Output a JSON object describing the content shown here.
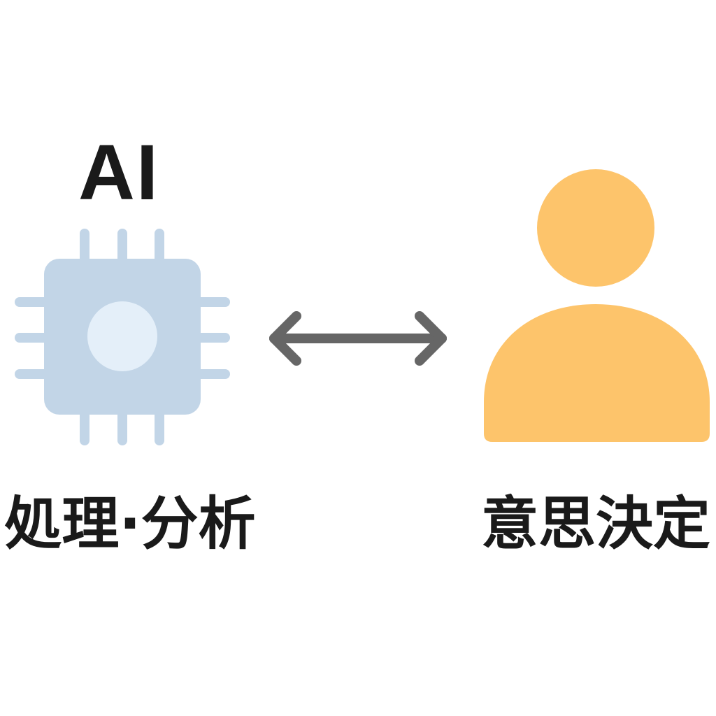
{
  "ai_label": "AI",
  "left_caption": "処理·分析",
  "right_caption": "意思決定",
  "icons": {
    "left": "chip-icon",
    "middle": "double-arrow-icon",
    "right": "person-icon"
  },
  "colors": {
    "chip": "#c2d5e7",
    "chip_core": "#e4eff9",
    "arrow": "#666666",
    "person": "#fdc46b",
    "text": "#1a1a1a"
  }
}
